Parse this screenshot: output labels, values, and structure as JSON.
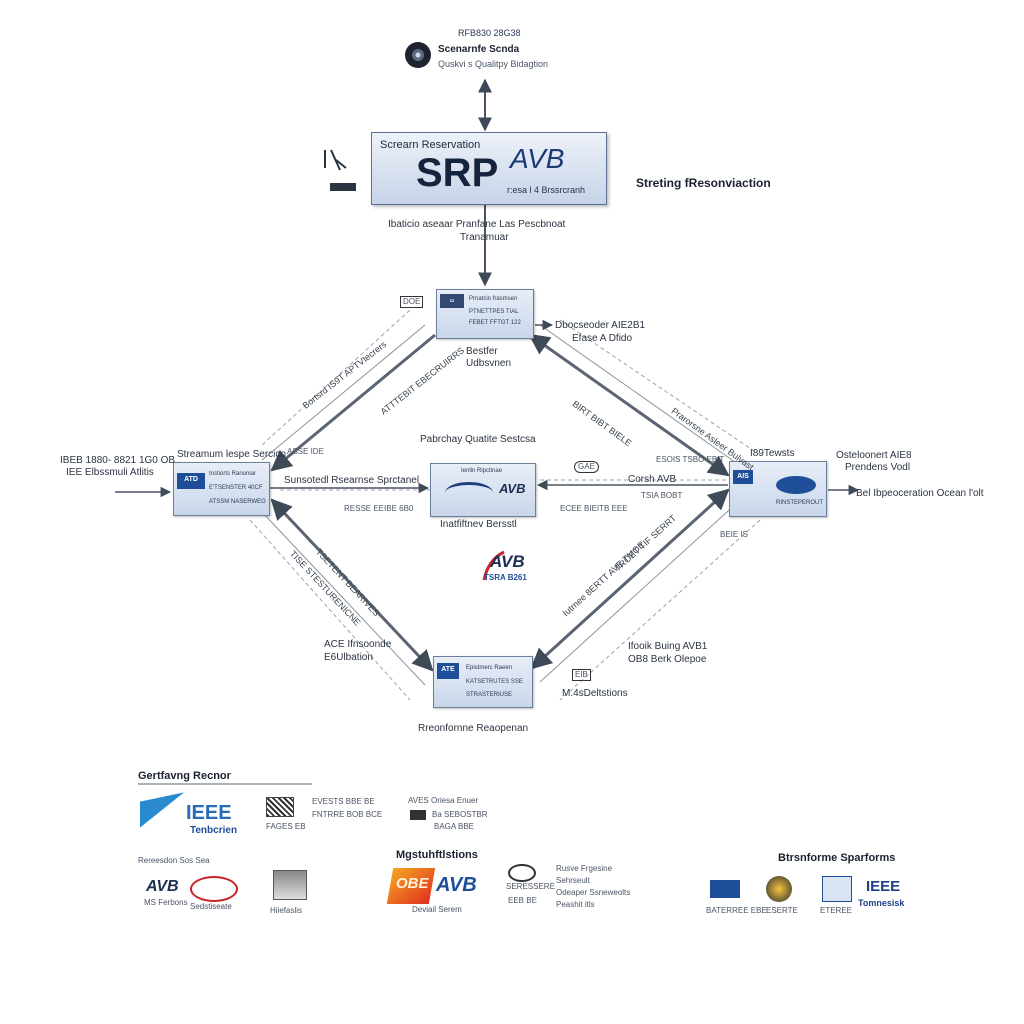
{
  "top": {
    "code": "RFB830 28G38",
    "title": "Scenarnfe Scnda",
    "subtitle": "Quskvi s Qualitpy Bidagtion"
  },
  "srp_box": {
    "title": "Screarn Reservation",
    "big": "SRP",
    "avb": "AVB",
    "sub": "r:esa l 4 Brssrcranh"
  },
  "right_title": "Streting fResonviaction",
  "srp_below": [
    "Ibaticio aseaar Pranfane Las Pescbnoat",
    "Tranamuar"
  ],
  "nodes": {
    "top": {
      "header": "Prnatcin frasmsen",
      "lines": [
        "PTNETTPES TIAL",
        "FEBET FFTGT 122"
      ],
      "caption": [
        "Bestfer",
        "Udbsvnen"
      ],
      "side": [
        "Dbocseoder AIE2B1",
        "Efase A Dfido"
      ]
    },
    "left": {
      "chip": "ATD",
      "header": "Instiorts Ranoniar",
      "lines": [
        "E'TSENSTER 40CF",
        "ATSSM NASERWEG"
      ],
      "title": "Streamum lespe Sercico",
      "side": [
        "IBEB 1880- 8821 1G0 OB",
        "IEE Elbssmuli Atlitis"
      ]
    },
    "center": {
      "header": "Ienlin Ripctinae",
      "caption": "Inatfiftnev Bersstl",
      "title": "Pabrchay Quatite Sestcsa",
      "tag": "AVB"
    },
    "right": {
      "chip": "AIS",
      "header": "I89Tewsts",
      "lines": [
        "RINSTEPEROUT"
      ],
      "side": [
        "Osteloonert AIE8",
        "Prendens Vodl"
      ],
      "note": "Bel Ibpeoceration Ocean l'olt"
    },
    "bottom": {
      "chip": "ATE",
      "header": "Epistmerc Raeen",
      "lines": [
        "KATSETRUTES SSE",
        "STRASTERIUSE"
      ],
      "caption": "Rreonfornne Reaopenan",
      "side": "M.4sDeltstions",
      "left_label": [
        "ACE Ifnsoonde",
        "E6Ulbation"
      ],
      "right_label": [
        "Ifooik Buing AVB1",
        "OB8 Berk Olepoe"
      ]
    }
  },
  "edge_labels": {
    "tl_outer": "Bortsrd IS9T APTVtecrers",
    "tl_inner": "ATTTEBIT EBECRUIRRS",
    "tr_outer": "Prarorsne Asleer Bulvast",
    "tr_inner": "BIRT BIBT BIELE",
    "bl_outer": "TSETENT BEARIVES",
    "bl_inner": "TISE STESTURENICNE",
    "br_outer": "Iutrnee 8ERTT AVE TMOE",
    "br_inner": "TROET TIF SERRT",
    "mid_left": "Sunsotedl Rsearnse Sprctanel",
    "mid_left_sub": "RESSE EEIBE 6B0",
    "mid_right": "Corsh AVB",
    "mid_right_sub": "ECEE BIEITB EEE",
    "left_small": "ASSE IDE",
    "right_small": "TSIA BOBT",
    "r1": "ESOIS TSBO EBIT",
    "r2": "BEIE IS",
    "l1": "DOE",
    "tag1": "GAE",
    "tag2": "EIB"
  },
  "center_logo": {
    "avb": "AVB",
    "line": "TSRA B261"
  },
  "legend": {
    "section1": "Gertfavng Recnor",
    "ieee_name": "IEEE",
    "ieee_sub": "Tenbcrien",
    "item_a": [
      "EVESTS BBE BE",
      "FNTRRE BOB BCE"
    ],
    "item_a_sub": "FAGES EB",
    "item_b": [
      "AVES Oriesa Enuer",
      "Ba SEBOSTBR"
    ],
    "item_b_sub": "BAGA BBE",
    "row2_label": "Rereesdon Sos Sea",
    "avb1": "AVB",
    "avb1_sub": "MS Ferbons",
    "avb2_sub": "Sedstiseate",
    "item_c_sub": "Hiiefaslis",
    "section2": "Mgstuhftlstions",
    "brand_word": "OBE",
    "brand_avb": "AVB",
    "brand_sub": "Deviail Serem",
    "item_d": [
      "Rusve Frgesine",
      "Sehrseult",
      "Odeaper Ssneweolts",
      "Peashit itls"
    ],
    "item_d_sub": "EEB BE",
    "item_d_small": "SERESSERE",
    "section3": "Btrsnforme Sparforms",
    "p1_sub": "BATERREE EBE",
    "p2_sub": "ESERTE",
    "p3_sub": "ETEREE",
    "p4_name": "IEEE",
    "p4_sub": "Tomnesisk"
  }
}
